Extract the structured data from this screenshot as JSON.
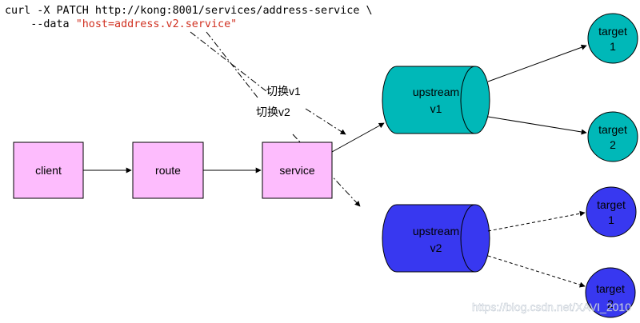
{
  "command": {
    "line1": "curl -X PATCH http://kong:8001/services/address-service \\",
    "line2_prefix": "    --data ",
    "line2_arg": "\"host=address.v2.service\""
  },
  "nodes": {
    "client": "client",
    "route": "route",
    "service": "service",
    "upstream_v1": {
      "line1": "upstream",
      "line2": "v1"
    },
    "upstream_v2": {
      "line1": "upstream",
      "line2": "v2"
    },
    "target_v1_1": {
      "line1": "target",
      "line2": "1"
    },
    "target_v1_2": {
      "line1": "target",
      "line2": "2"
    },
    "target_v2_1": {
      "line1": "target",
      "line2": "1"
    },
    "target_v2_2": {
      "line1": "target",
      "line2": "2"
    }
  },
  "labels": {
    "switch_v1": "切换v1",
    "switch_v2": "切换v2"
  },
  "watermark": "https://blog.csdn.net/XAVI_2010",
  "colors": {
    "box_fill": "#fdbcfd",
    "v1_fill": "#00b8b8",
    "v2_fill": "#3838f0",
    "code_string": "#d03020",
    "code_text": "#000000"
  }
}
